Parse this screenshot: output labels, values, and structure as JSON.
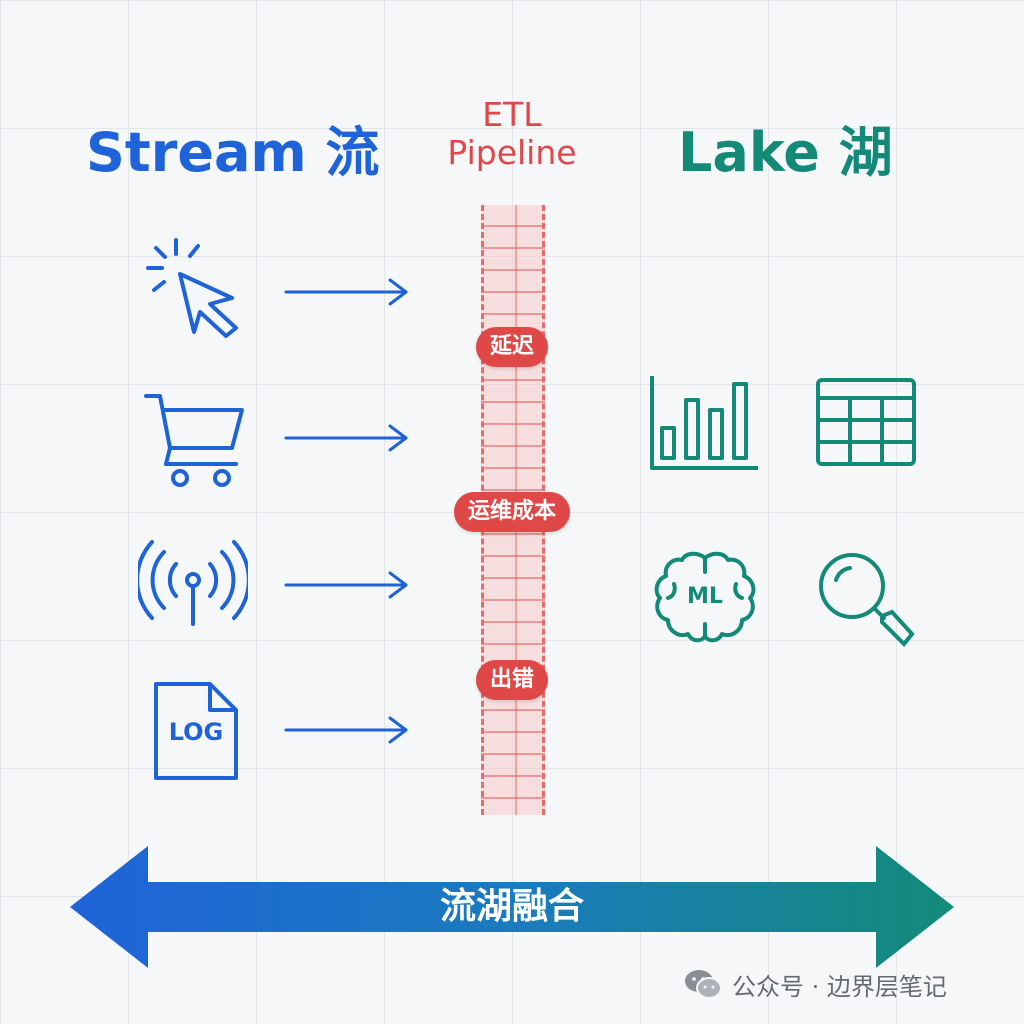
{
  "stream_title": "Stream 流",
  "etl_title": [
    "ETL",
    "Pipeline"
  ],
  "lake_title": "Lake 湖",
  "sources": [
    {
      "icon": "cursor-click-icon"
    },
    {
      "icon": "shopping-cart-icon"
    },
    {
      "icon": "signal-broadcast-icon"
    },
    {
      "icon": "log-file-icon",
      "label": "LOG"
    }
  ],
  "barriers": [
    "延迟",
    "运维成本",
    "出错"
  ],
  "lake_icons": [
    {
      "icon": "bar-chart-icon"
    },
    {
      "icon": "table-icon"
    },
    {
      "icon": "brain-ml-icon",
      "label": "ML"
    },
    {
      "icon": "magnifier-icon"
    }
  ],
  "fusion_label": "流湖融合",
  "watermark": {
    "icon": "wechat-icon",
    "text": "公众号 · 边界层笔记"
  },
  "colors": {
    "stream": "#1f63d8",
    "lake": "#138a78",
    "etl": "#e0474a",
    "badge": "#e04848"
  }
}
